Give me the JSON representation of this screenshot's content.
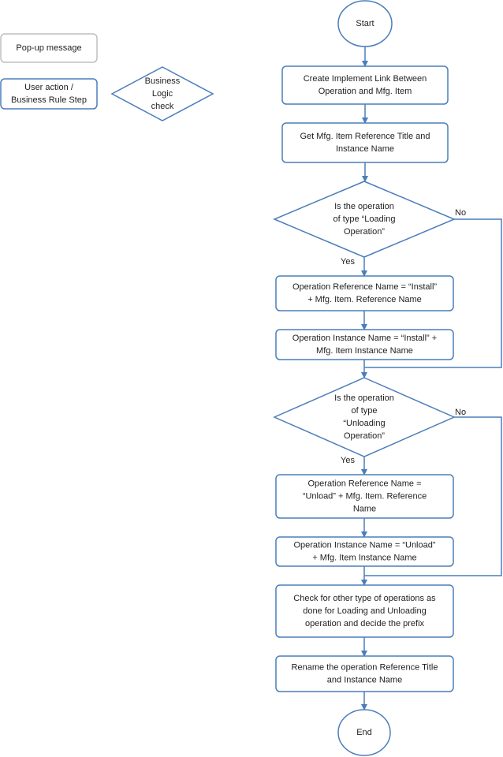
{
  "colors": {
    "process_stroke": "#4a7ebb",
    "popup_stroke": "#bfbfbf",
    "decision_stroke": "#4a7ebb",
    "connector": "#4a7ebb",
    "text": "#1f1f1f"
  },
  "legend": {
    "popup_message": [
      "Pop-up message"
    ],
    "user_action": [
      "User action /",
      "Business Rule Step"
    ],
    "business_logic": [
      "Business",
      "Logic",
      "check"
    ]
  },
  "flow": {
    "start": [
      "Start"
    ],
    "create_link": [
      "Create Implement Link Between",
      "Operation and Mfg. Item"
    ],
    "get_title": [
      "Get Mfg. Item Reference Title and",
      "Instance Name"
    ],
    "decision_loading": [
      "Is the operation",
      "of type “Loading",
      "Operation”"
    ],
    "install_ref": [
      "Operation Reference Name = “Install”",
      "+ Mfg. Item. Reference Name"
    ],
    "install_inst": [
      "Operation Instance Name = “Install” +",
      "Mfg. Item Instance Name"
    ],
    "decision_unloading": [
      "Is the operation",
      "of type",
      "“Unloading",
      "Operation”"
    ],
    "unload_ref": [
      "Operation Reference Name =",
      "“Unload” + Mfg. Item. Reference",
      "Name"
    ],
    "unload_inst": [
      "Operation Instance Name = “Unload”",
      "+ Mfg. Item Instance Name"
    ],
    "check_other": [
      "Check for other  type of operations as",
      "done for Loading and Unloading",
      "operation and decide the prefix"
    ],
    "rename": [
      "Rename the operation Reference Title",
      "and Instance Name"
    ],
    "end": [
      "End"
    ]
  },
  "edge_labels": {
    "loading_no": "No",
    "loading_yes": "Yes",
    "unloading_no": "No",
    "unloading_yes": "Yes"
  }
}
